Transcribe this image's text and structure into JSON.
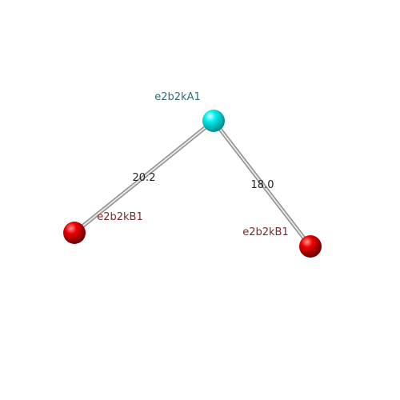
{
  "nodes": [
    {
      "id": "a1",
      "label": "e2b2kA1",
      "color": "#00e5ee",
      "label_color": "#2f6f73"
    },
    {
      "id": "b1_left",
      "label": "e2b2kB1",
      "color": "#ee0000",
      "label_color": "#7a2a2a"
    },
    {
      "id": "b1_right",
      "label": "e2b2kB1",
      "color": "#ee0000",
      "label_color": "#7a2a2a"
    }
  ],
  "edges": [
    {
      "from": "a1",
      "to": "b1_left",
      "label": "20.2"
    },
    {
      "from": "a1",
      "to": "b1_right",
      "label": "18.0"
    }
  ]
}
